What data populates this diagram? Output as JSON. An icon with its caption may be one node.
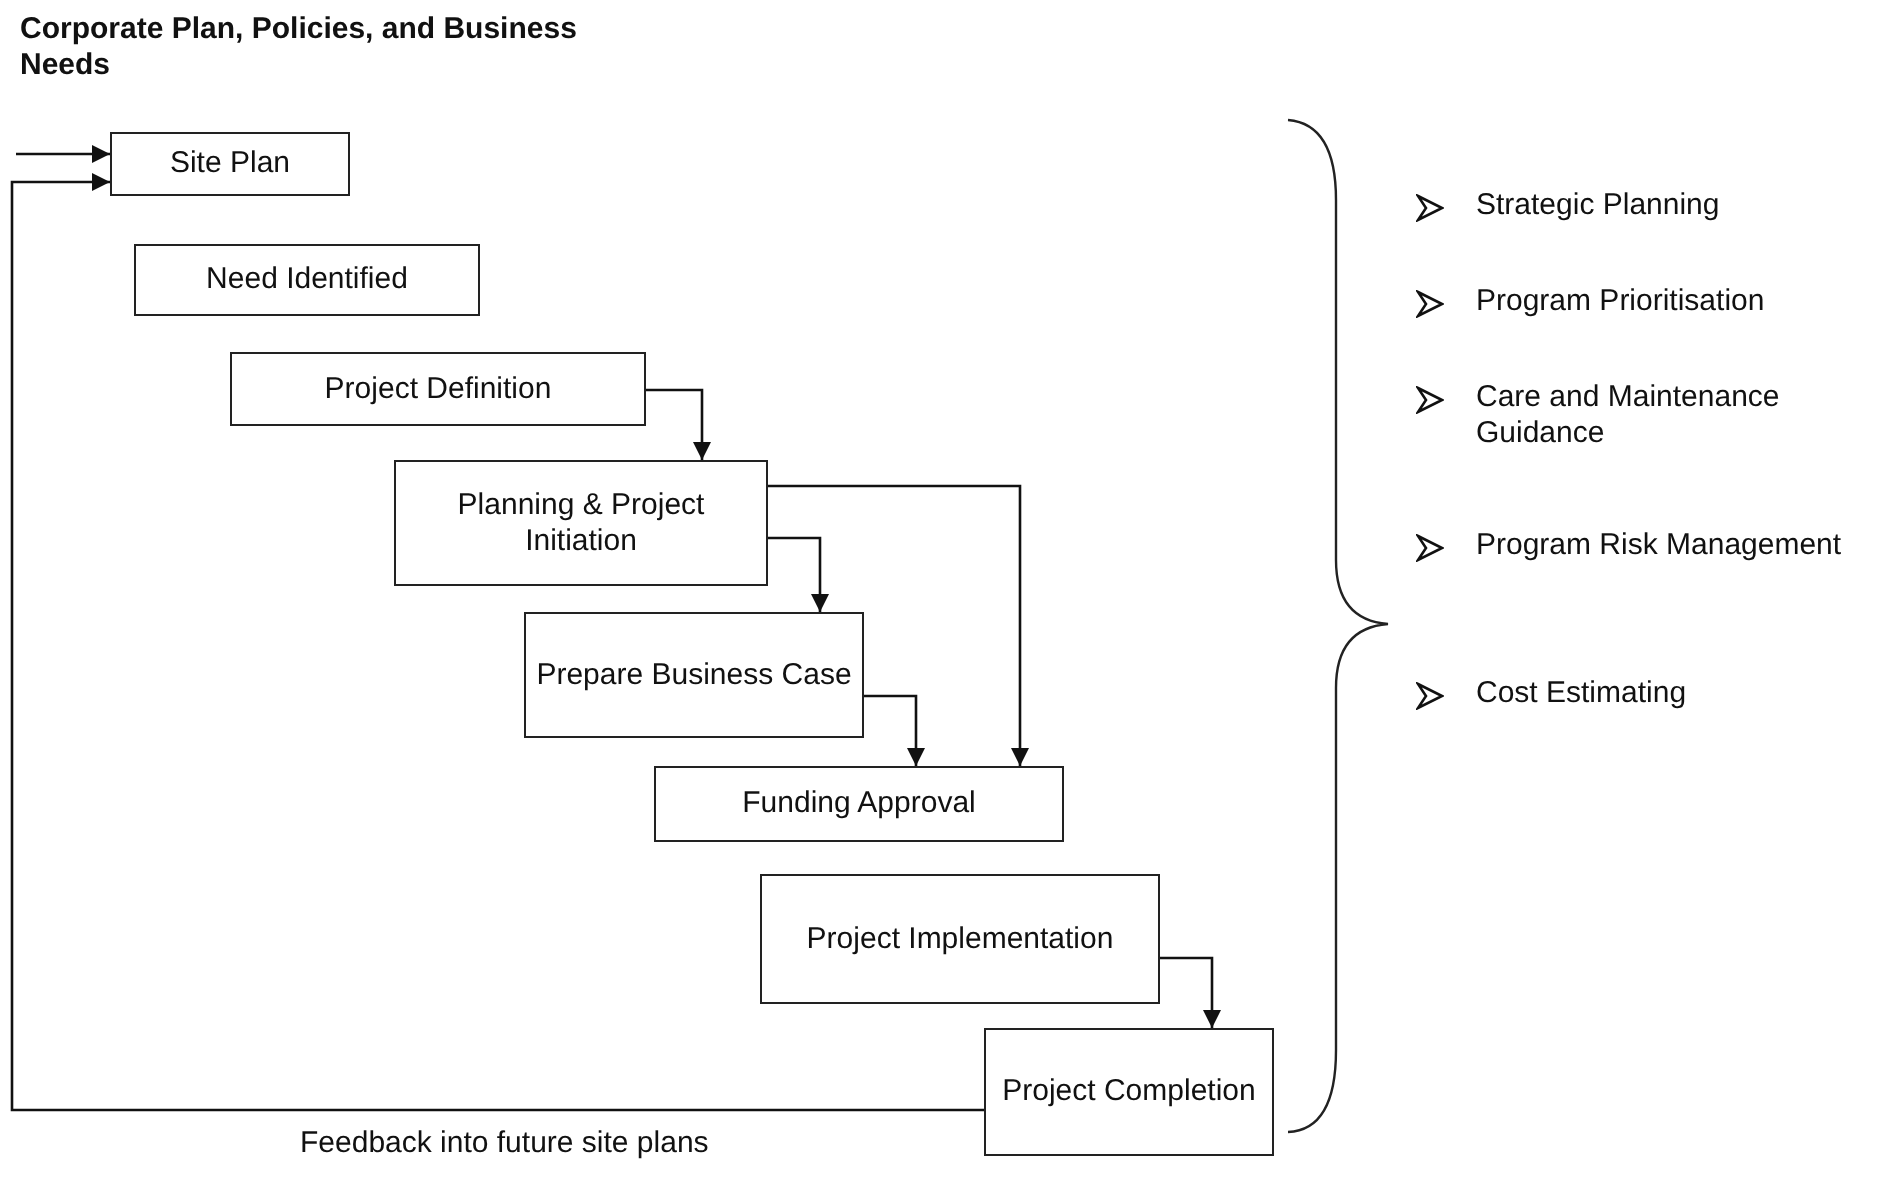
{
  "diagram": {
    "title": "Corporate Plan, Policies, and Business Needs",
    "nodes": [
      {
        "text": [
          "Site Plan"
        ]
      },
      {
        "text": [
          "Need Identified"
        ]
      },
      {
        "text": [
          "Project Definition"
        ]
      },
      {
        "text": [
          "Planning & Project Initiation"
        ]
      },
      {
        "text": [
          "Prepare Business Case"
        ]
      },
      {
        "text": [
          "Funding Approval"
        ]
      },
      {
        "text": [
          "Project Implementation"
        ]
      },
      {
        "text": [
          "Project Completion"
        ]
      }
    ],
    "edges": [
      {
        "from": null,
        "to": 0,
        "arrow": "to"
      },
      {
        "from": 7,
        "to": 0,
        "arrow": "to",
        "label": "Feedback into future site plans"
      },
      {
        "from": 2,
        "to": 3,
        "arrow": "to"
      },
      {
        "from": 3,
        "to": 4,
        "arrow": "to"
      },
      {
        "from": 3,
        "to": 5,
        "arrow": "to"
      },
      {
        "from": 4,
        "to": 5,
        "arrow": "to"
      },
      {
        "from": 6,
        "to": 7,
        "arrow": "to"
      }
    ],
    "labels": [
      "Strategic Planning",
      "Program Prioritisation",
      "Care and Maintenance Guidance",
      "Program Risk Management",
      "Cost Estimating"
    ]
  }
}
